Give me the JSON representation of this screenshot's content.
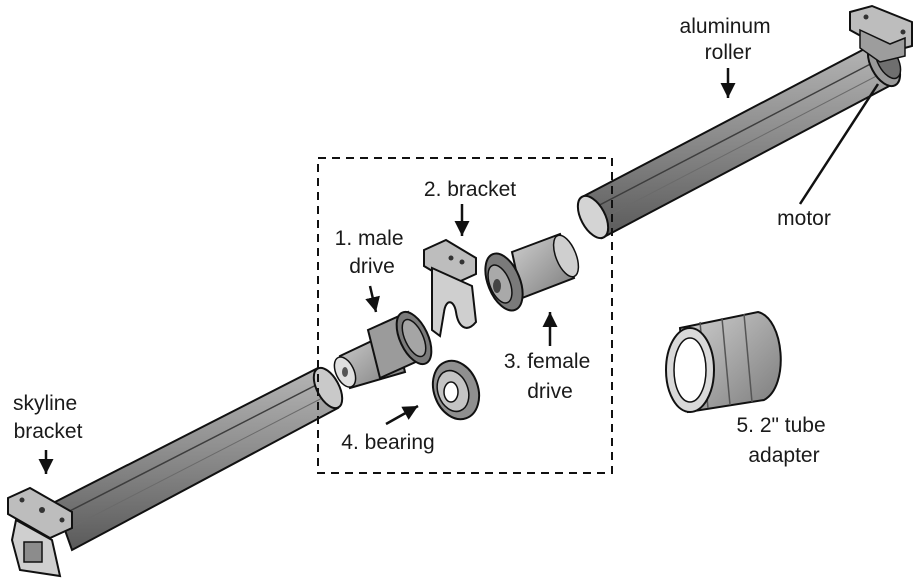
{
  "labels": {
    "aluminum_roller": [
      "aluminum",
      "roller"
    ],
    "motor": "motor",
    "bracket": "2. bracket",
    "male_drive": [
      "1. male",
      "drive"
    ],
    "female_drive": [
      "3. female",
      "drive"
    ],
    "bearing": "4. bearing",
    "tube_adapter": [
      "5. 2\" tube",
      "adapter"
    ],
    "skyline_bracket": [
      "skyline",
      "bracket"
    ]
  },
  "colors": {
    "tube_fill": "#8a8a8a",
    "tube_dark": "#5e5e5e",
    "outline": "#111111",
    "part_fill": "#a9a9a9",
    "light_fill": "#cfcfcf"
  }
}
